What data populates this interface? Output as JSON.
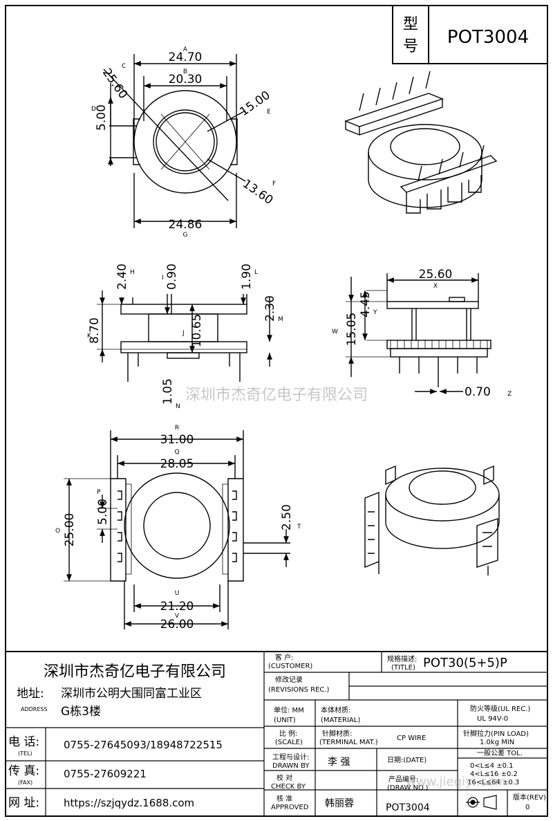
{
  "model": {
    "label_line1": "型",
    "label_line2": "号",
    "value": "POT3004"
  },
  "dims": {
    "top": {
      "a": "24.70",
      "b": "20.30",
      "c": "25.60",
      "d": "5.00",
      "e": "15.00",
      "f": "13.60",
      "g": "24.86"
    },
    "side": {
      "h": "2.40",
      "i": "0.90",
      "l": "1.90",
      "k": "8.70",
      "j": "10.65",
      "m": "2.30",
      "n": "1.05"
    },
    "right": {
      "x": "25.60",
      "y": "4.45",
      "w": "15.05",
      "z": "0.70"
    },
    "bottom": {
      "r": "31.00",
      "q": "28.05",
      "o": "25.00",
      "p": "5.00",
      "t": "2.50",
      "u": "21.20",
      "v": "26.00"
    }
  },
  "letters": {
    "a": "A",
    "b": "B",
    "c": "C",
    "d": "D",
    "e": "E",
    "f": "F",
    "g": "G",
    "h": "H",
    "i": "I",
    "l": "L",
    "k": "K",
    "j": "J",
    "m": "M",
    "n": "N",
    "x": "X",
    "y": "Y",
    "w": "W",
    "z": "Z",
    "r": "R",
    "q": "Q",
    "o": "O",
    "p": "P",
    "t": "T",
    "u": "U",
    "v": "V"
  },
  "watermark": "深圳市杰奇亿电子有限公司",
  "watermark2": "www.jieqiyi.com",
  "company": {
    "name": "深圳市杰奇亿电子有限公司",
    "address_label": "地址:",
    "address_line1": "深圳市公明大围同富工业区",
    "address_line2": "G栋3楼",
    "address_en": "ADDRESS",
    "tel_label": "电 话:",
    "tel_en": "(TEL)",
    "tel": "0755-27645093/18948722515",
    "fax_label": "传 真:",
    "fax_en": "(FAX)",
    "fax": "0755-27609221",
    "web_label": "网 址:",
    "web": "https://szjqydz.1688.com"
  },
  "titleblock": {
    "customer_cn": "客 户:",
    "customer_en": "(CUSTOMER)",
    "title_cn": "规格描述:",
    "title_en": "(TITLE)",
    "title_value": "POT30(5+5)P",
    "revisions_cn": "修改记录",
    "revisions_en": "(REVISIONS REC.)",
    "unit_cn": "单位: MM",
    "unit_en": "(UNIT)",
    "material_cn": "本体材质:",
    "material_en": "(MATERIAL)",
    "fire_cn": "防火等级(UL REC.)",
    "fire_value": "UL 94V-0",
    "scale_cn": "比 例:",
    "scale_en": "(SCALE)",
    "terminal_cn": "针脚材质:",
    "terminal_en": "(TERMINAL MAT.)",
    "terminal_value": "CP WIRE",
    "pinload_cn": "针脚拉力(PIN LOAD)",
    "pinload_value": "1.0kg MIN",
    "drawn_cn": "工程与设计:",
    "drawn_en": "DRAWN BY",
    "drawn_value": "李 强",
    "date_cn": "日期:(DATE)",
    "tol_title": "一般公差 TOL.",
    "tol1": "0<L≤4  ±0.1",
    "tol2": "4<L≤16 ±0.2",
    "tol3": "16<L≤64 ±0.3",
    "check_cn": "校 对",
    "check_en": "CHECK BY",
    "product_cn": "产品编号:",
    "product_en": "(DRAW NO.)",
    "product_value": "POT3004",
    "approve_cn": "核 准",
    "approve_en": "APPROVED",
    "approve_value": "韩丽蓉",
    "rev_cn": "版本(REV)",
    "rev_value": "0"
  }
}
